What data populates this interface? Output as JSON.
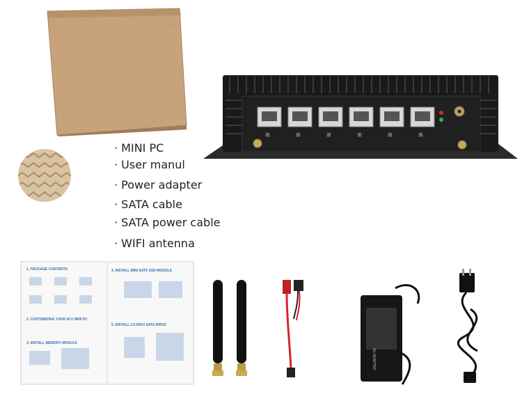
{
  "package_contents": {
    "items": [
      "· MINI PC",
      "· User manul",
      "· Power adapter",
      "· SATA cable",
      "· SATA power cable",
      "· WIFI antenna"
    ]
  },
  "manual": {
    "left_heading_1": "1. PACKAGE CONTENTS",
    "left_heading_2": "2. CUSTOMIZING YOUR 4CV MINI PC",
    "left_heading_3": "3. INSTALL MEMORY MODULE",
    "right_heading_1": "4. INSTALL MINI SATA SSD MODULE",
    "right_heading_2": "5. INSTALL 2.5 INCH SATA DRIVE"
  },
  "adapter": {
    "label": "AC ADAPTER"
  },
  "colors": {
    "box": "#c9a47a",
    "device": "#1c1c1c",
    "led_red": "#e02020",
    "led_green": "#20c040",
    "sata_red": "#d8242a"
  }
}
